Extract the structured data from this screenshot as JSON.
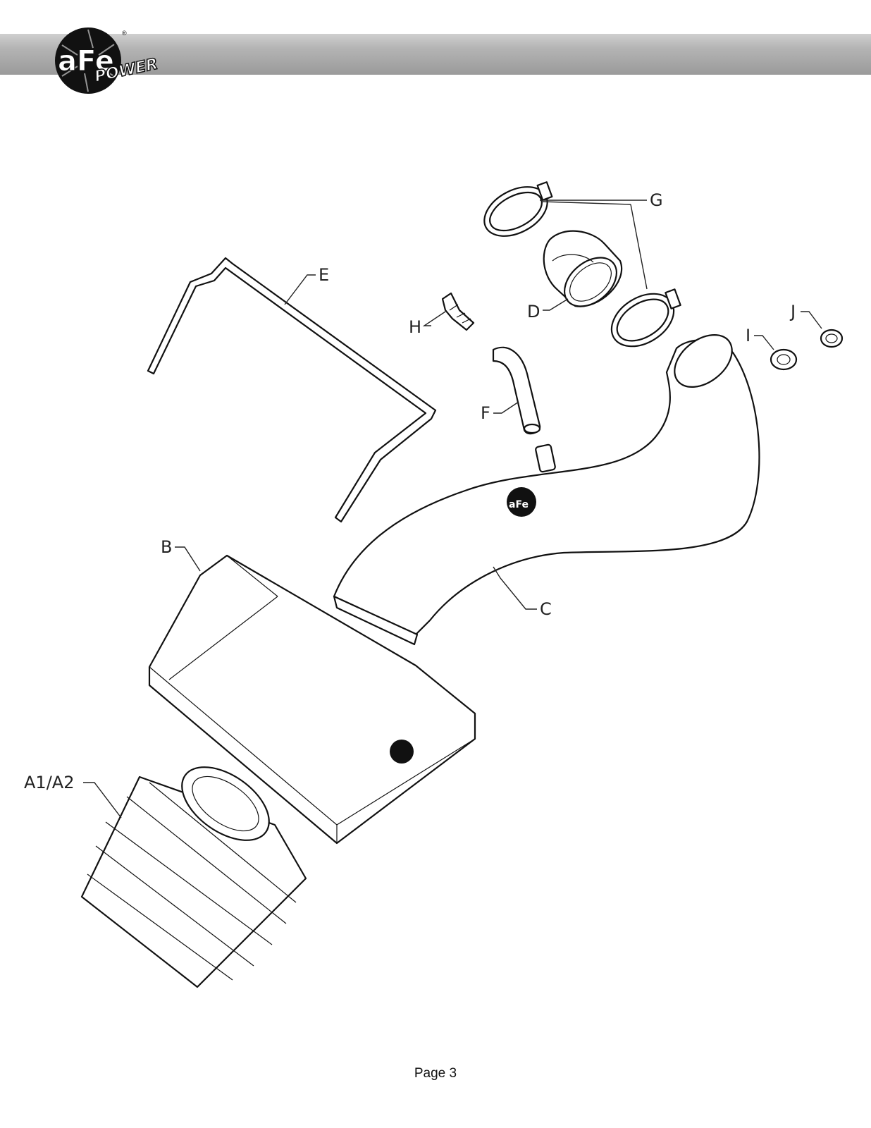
{
  "brand": {
    "logo_text": "aFe",
    "logo_subtext": "POWER",
    "registered": "®"
  },
  "callouts": {
    "g": "G",
    "e": "E",
    "h": "H",
    "d": "D",
    "j": "J",
    "i": "I",
    "f": "F",
    "b": "B",
    "c": "C",
    "a1a2": "A1/A2"
  },
  "footer": {
    "page_label": "Page 3"
  }
}
